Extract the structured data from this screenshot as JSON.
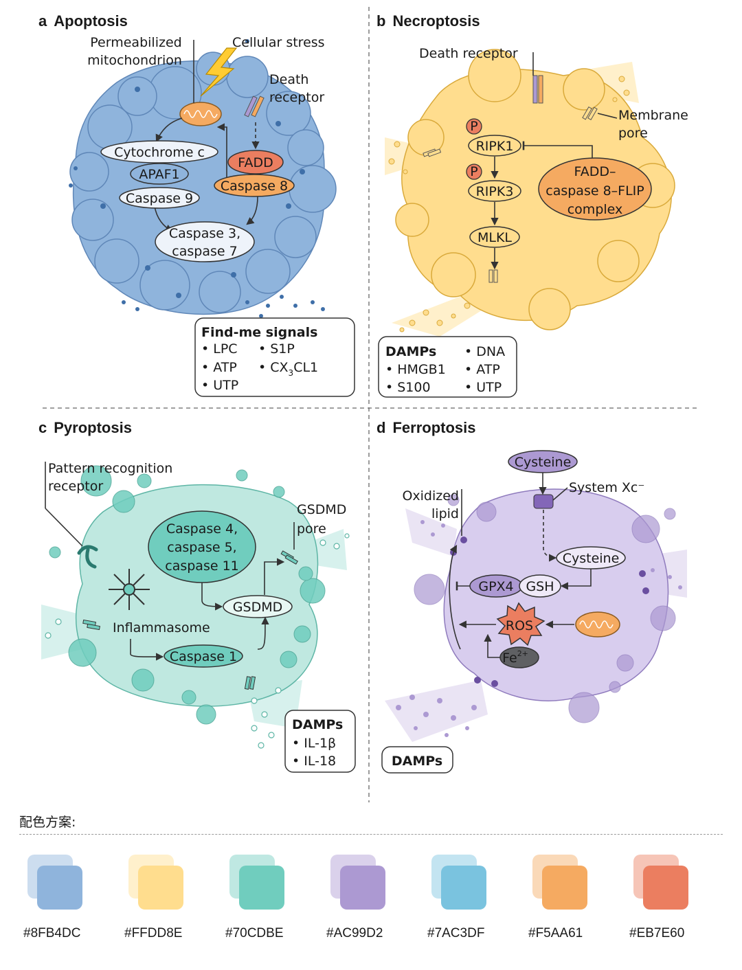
{
  "panels": {
    "apoptosis": {
      "letter": "a",
      "title": "Apoptosis",
      "labels": {
        "mito1": "Permeabilized",
        "mito2": "mitochondrion",
        "stress": "Cellular stress",
        "dr1": "Death",
        "dr2": "receptor"
      },
      "nodes": {
        "cytc": "Cytochrome c",
        "apaf1": "APAF1",
        "casp9": "Caspase 9",
        "fadd": "FADD",
        "casp8": "Caspase 8",
        "casp37a": "Caspase 3,",
        "casp37b": "caspase 7"
      },
      "signals": {
        "title": "Find-me signals",
        "items": [
          "LPC",
          "S1P",
          "ATP",
          "CX",
          "UTP"
        ],
        "cx_sub": "3",
        "cx_tail": "CL1"
      }
    },
    "necroptosis": {
      "letter": "b",
      "title": "Necroptosis",
      "labels": {
        "dr": "Death receptor",
        "pore1": "Membrane",
        "pore2": "pore",
        "p": "P"
      },
      "nodes": {
        "ripk1": "RIPK1",
        "ripk3": "RIPK3",
        "mlkl": "MLKL",
        "cx1": "FADD–",
        "cx2": "caspase 8–FLIP",
        "cx3": "complex"
      },
      "damps": {
        "title": "DAMPs",
        "items": [
          "DNA",
          "HMGB1",
          "ATP",
          "S100",
          "UTP"
        ]
      }
    },
    "pyroptosis": {
      "letter": "c",
      "title": "Pyroptosis",
      "labels": {
        "prr1": "Pattern recognition",
        "prr2": "receptor",
        "pore1": "GSDMD",
        "pore2": "pore",
        "inflammasome": "Inflammasome"
      },
      "nodes": {
        "c4": "Caspase 4,",
        "c5": "caspase 5,",
        "c11": "caspase 11",
        "gsdmd": "GSDMD",
        "casp1": "Caspase 1"
      },
      "damps": {
        "title": "DAMPs",
        "items": [
          "IL-1β",
          "IL-18"
        ]
      }
    },
    "ferroptosis": {
      "letter": "d",
      "title": "Ferroptosis",
      "labels": {
        "ox1": "Oxidized",
        "ox2": "lipid",
        "xc": "System Xc⁻"
      },
      "nodes": {
        "cys_out": "Cysteine",
        "cys_in": "Cysteine",
        "gpx4": "GPX4",
        "gsh": "GSH",
        "ros": "ROS",
        "fe": "Fe",
        "fe_sup": "2+"
      },
      "damps": {
        "title": "DAMPs"
      }
    }
  },
  "colors": {
    "apoptosis": "#8FB4DC",
    "necroptosis": "#FFDD8E",
    "pyroptosis": "#70CDBE",
    "ferroptosis": "#AC99D2",
    "fadd": "#EB7E60",
    "casp8": "#F5AA61",
    "mito": "#F5AA61"
  },
  "palette": {
    "title": "配色方案:",
    "swatches": [
      {
        "hex": "#8FB4DC"
      },
      {
        "hex": "#FFDD8E"
      },
      {
        "hex": "#70CDBE"
      },
      {
        "hex": "#AC99D2"
      },
      {
        "hex": "#7AC3DF"
      },
      {
        "hex": "#F5AA61"
      },
      {
        "hex": "#EB7E60"
      }
    ]
  }
}
